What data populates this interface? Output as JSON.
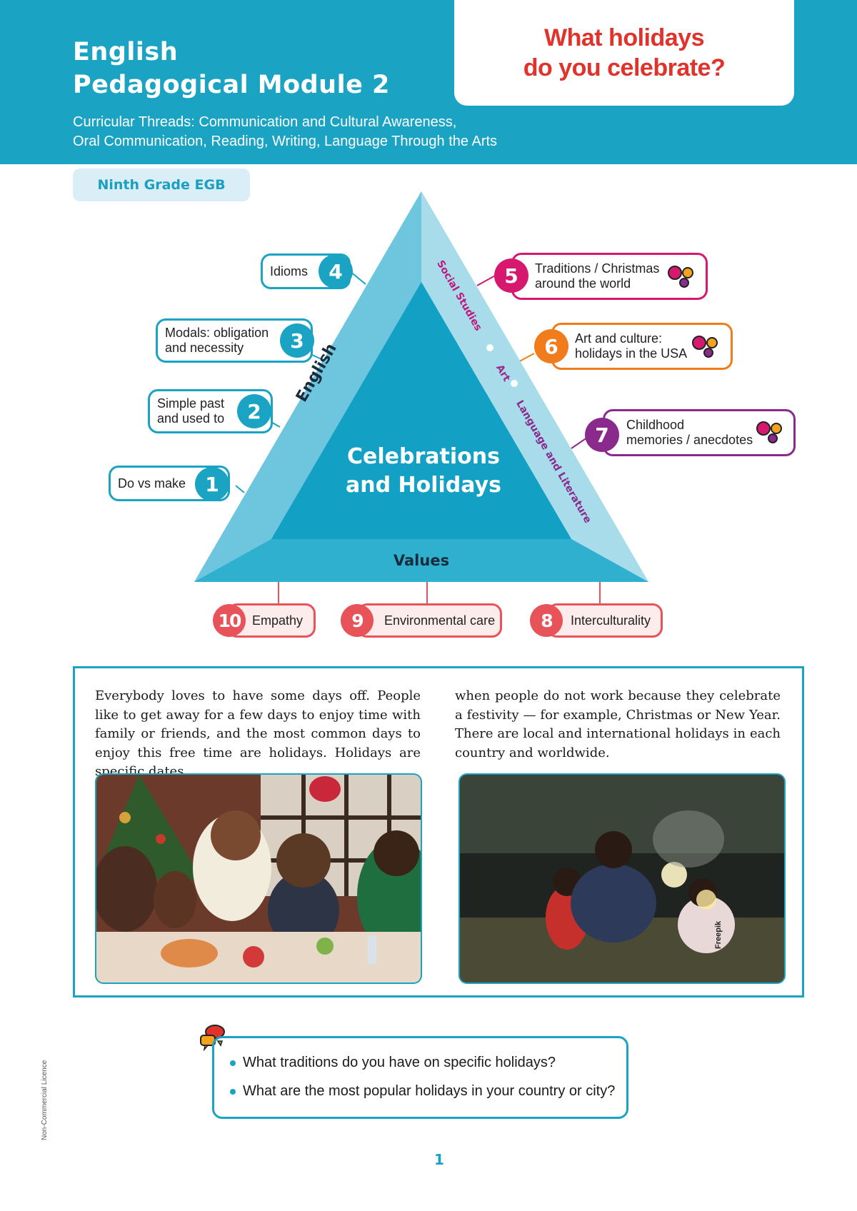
{
  "header": {
    "title_line1": "English",
    "title_line2": "Pedagogical Module 2",
    "threads_line1": "Curricular Threads: Communication and Cultural Awareness,",
    "threads_line2": "Oral Communication, Reading, Writing, Language Through the Arts",
    "question_line1": "What holidays",
    "question_line2": "do you celebrate?",
    "grade": "Ninth Grade EGB"
  },
  "diagram": {
    "center_line1": "Celebrations",
    "center_line2": "and Holidays",
    "english_side": "English",
    "values_side": "Values",
    "right_side_parts": [
      "Social Studies",
      "Art",
      "Language and Literature"
    ],
    "english_items": [
      {
        "num": "1",
        "label": "Do vs make"
      },
      {
        "num": "2",
        "label_line1": "Simple past",
        "label_line2": "and used to"
      },
      {
        "num": "3",
        "label_line1": "Modals: obligation",
        "label_line2": "and necessity"
      },
      {
        "num": "4",
        "label": "Idioms"
      }
    ],
    "culture_items": [
      {
        "num": "5",
        "label_line1": "Traditions / Christmas",
        "label_line2": "around the world",
        "color": "#d6186f",
        "bg": "#f9dbe8"
      },
      {
        "num": "6",
        "label_line1": "Art and culture:",
        "label_line2": "holidays in the USA",
        "color": "#f07c1b",
        "bg": "#fde8d4"
      },
      {
        "num": "7",
        "label_line1": "Childhood",
        "label_line2": "memories / anecdotes",
        "color": "#8a2a8c",
        "bg": "#eadbef"
      }
    ],
    "values_items": [
      {
        "num": "10",
        "label": "Empathy"
      },
      {
        "num": "9",
        "label": "Environmental care"
      },
      {
        "num": "8",
        "label": "Interculturality"
      }
    ]
  },
  "reading": {
    "col1": "Everybody loves to have some days off. People like to get away for a few days to enjoy time with family or friends, and the most common days to enjoy this free time are holidays. Holidays are specific dates",
    "col2": "when people do not work because they celebrate a festivity — for example, Christmas or New Year. There are local and international holidays in each country and worldwide.",
    "photo_credit": "Freepik"
  },
  "discussion": {
    "q1": "What traditions do you have on specific holidays?",
    "q2": "What are the most popular holidays in your country or city?"
  },
  "footer": {
    "licence": "Non-Commercial Licence",
    "page": "1"
  },
  "colors": {
    "primary": "#1aa3c2",
    "accent_red": "#e0332b",
    "values": "#e8535a"
  }
}
